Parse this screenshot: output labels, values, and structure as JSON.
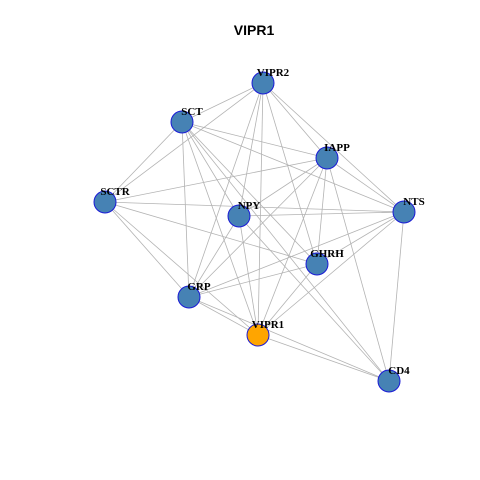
{
  "title": "VIPR1",
  "colors": {
    "node_default": "#4682b4",
    "node_focus": "#ffa500",
    "node_border": "#1a1ad6",
    "edge": "#b3b3b3"
  },
  "nodes": [
    {
      "id": "VIPR2",
      "label": "VIPR2",
      "focus": false
    },
    {
      "id": "SCT",
      "label": "SCT",
      "focus": false
    },
    {
      "id": "IAPP",
      "label": "IAPP",
      "focus": false
    },
    {
      "id": "SCTR",
      "label": "SCTR",
      "focus": false
    },
    {
      "id": "NPY",
      "label": "NPY",
      "focus": false
    },
    {
      "id": "NTS",
      "label": "NTS",
      "focus": false
    },
    {
      "id": "GHRH",
      "label": "GHRH",
      "focus": false
    },
    {
      "id": "GRP",
      "label": "GRP",
      "focus": false
    },
    {
      "id": "VIPR1",
      "label": "VIPR1",
      "focus": true
    },
    {
      "id": "CD4",
      "label": "CD4",
      "focus": false
    }
  ],
  "edges": [
    [
      "VIPR2",
      "SCT"
    ],
    [
      "VIPR2",
      "IAPP"
    ],
    [
      "VIPR2",
      "SCTR"
    ],
    [
      "VIPR2",
      "NPY"
    ],
    [
      "VIPR2",
      "NTS"
    ],
    [
      "VIPR2",
      "GHRH"
    ],
    [
      "VIPR2",
      "GRP"
    ],
    [
      "VIPR2",
      "VIPR1"
    ],
    [
      "SCT",
      "IAPP"
    ],
    [
      "SCT",
      "NTS"
    ],
    [
      "SCT",
      "NPY"
    ],
    [
      "SCT",
      "GHRH"
    ],
    [
      "SCT",
      "GRP"
    ],
    [
      "SCT",
      "VIPR1"
    ],
    [
      "SCT",
      "CD4"
    ],
    [
      "SCT",
      "SCTR"
    ],
    [
      "IAPP",
      "SCTR"
    ],
    [
      "IAPP",
      "NTS"
    ],
    [
      "IAPP",
      "NPY"
    ],
    [
      "IAPP",
      "GHRH"
    ],
    [
      "IAPP",
      "GRP"
    ],
    [
      "IAPP",
      "VIPR1"
    ],
    [
      "IAPP",
      "CD4"
    ],
    [
      "SCTR",
      "NTS"
    ],
    [
      "SCTR",
      "GRP"
    ],
    [
      "SCTR",
      "VIPR1"
    ],
    [
      "SCTR",
      "GHRH"
    ],
    [
      "NPY",
      "NTS"
    ],
    [
      "NPY",
      "GRP"
    ],
    [
      "NPY",
      "VIPR1"
    ],
    [
      "NPY",
      "CD4"
    ],
    [
      "NTS",
      "GRP"
    ],
    [
      "NTS",
      "GHRH"
    ],
    [
      "NTS",
      "VIPR1"
    ],
    [
      "NTS",
      "CD4"
    ],
    [
      "GHRH",
      "GRP"
    ],
    [
      "GHRH",
      "VIPR1"
    ],
    [
      "GRP",
      "VIPR1"
    ],
    [
      "GRP",
      "CD4"
    ],
    [
      "VIPR1",
      "CD4"
    ]
  ]
}
